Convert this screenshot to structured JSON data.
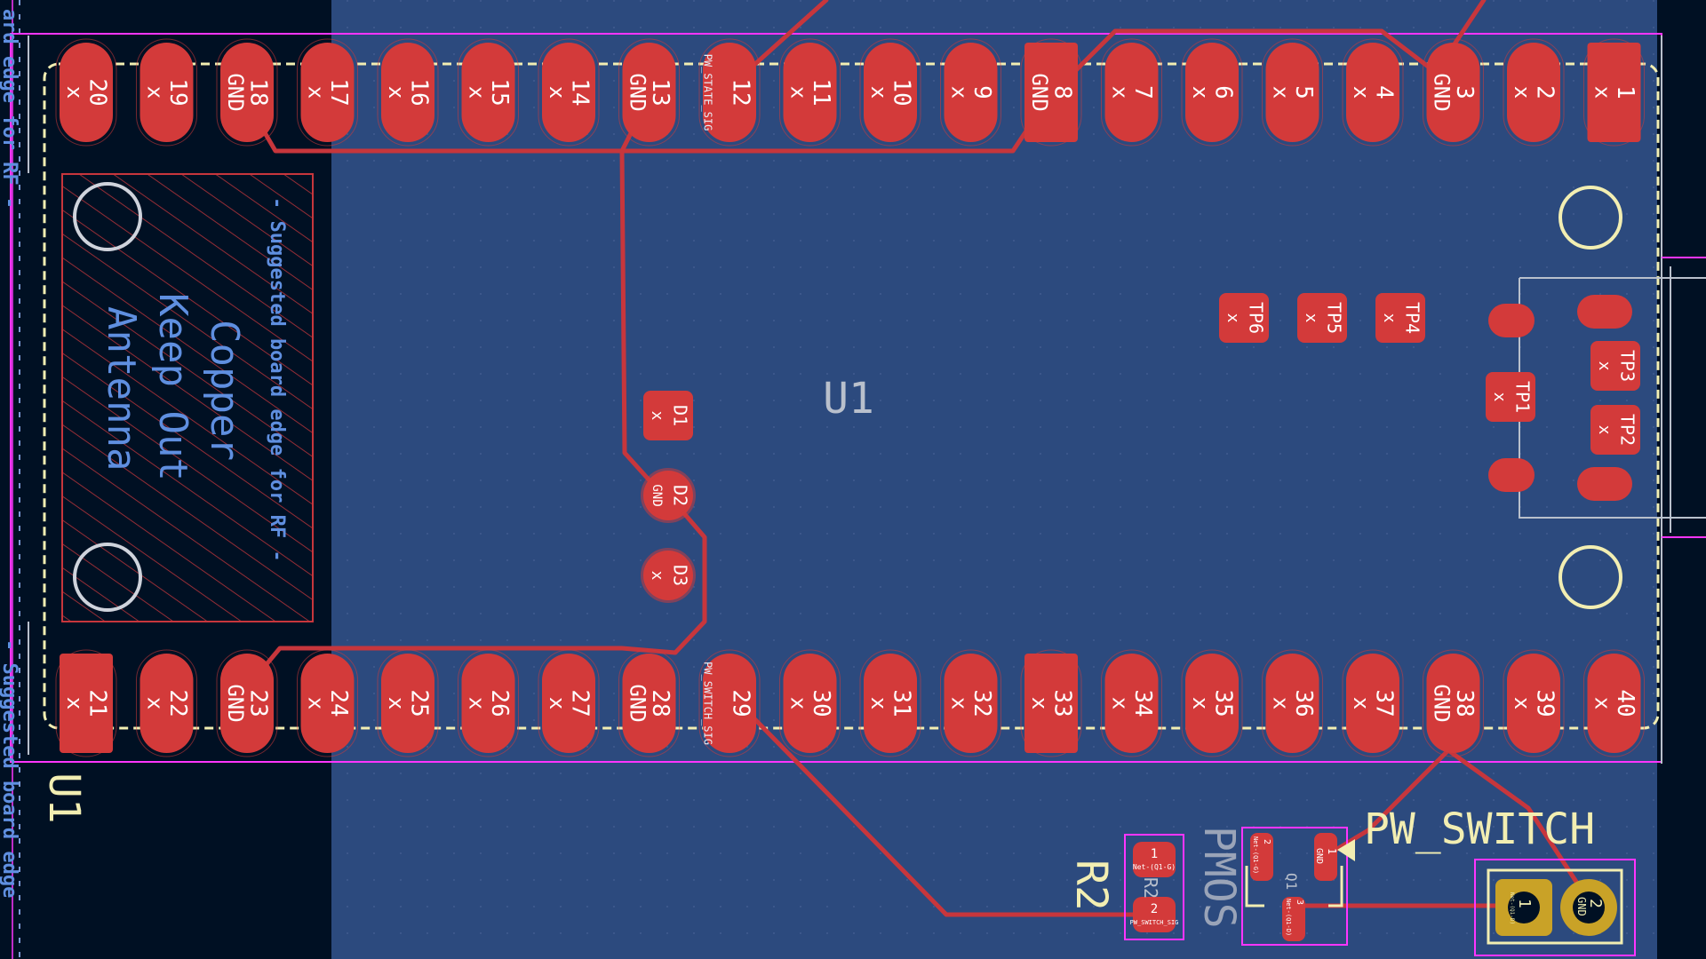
{
  "colors": {
    "background": "#001023",
    "board": "#2c4a7e",
    "pad": "#d33a3a",
    "track": "#c7363c",
    "silk": "#f2eeb2",
    "courtyard": "#ff35ff",
    "fab": "#b9c0cc",
    "keepout_text": "#5f8fe0",
    "pad_text": "#ffffff",
    "through_hole": "#c9a227"
  },
  "module": {
    "reference": "U1",
    "fab_reference": "U1",
    "keepout_lines": [
      "Copper",
      "Keep Out",
      "Antenna"
    ],
    "board_edge_note": "- Suggested board edge for RF -",
    "edge_note_left_top": "ard edge for RF -",
    "edge_note_left_bottom": "- Suggested board edge",
    "top_pads": [
      {
        "num": "20",
        "net": "x"
      },
      {
        "num": "19",
        "net": "x"
      },
      {
        "num": "18",
        "net": "GND"
      },
      {
        "num": "17",
        "net": "x"
      },
      {
        "num": "16",
        "net": "x"
      },
      {
        "num": "15",
        "net": "x"
      },
      {
        "num": "14",
        "net": "x"
      },
      {
        "num": "13",
        "net": "GND"
      },
      {
        "num": "12",
        "net": "PW_STATE_SIG"
      },
      {
        "num": "11",
        "net": "x"
      },
      {
        "num": "10",
        "net": "x"
      },
      {
        "num": "9",
        "net": "x"
      },
      {
        "num": "8",
        "net": "GND"
      },
      {
        "num": "7",
        "net": "x"
      },
      {
        "num": "6",
        "net": "x"
      },
      {
        "num": "5",
        "net": "x"
      },
      {
        "num": "4",
        "net": "x"
      },
      {
        "num": "3",
        "net": "GND"
      },
      {
        "num": "2",
        "net": "x"
      },
      {
        "num": "1",
        "net": "x"
      }
    ],
    "bottom_pads": [
      {
        "num": "21",
        "net": "x"
      },
      {
        "num": "22",
        "net": "x"
      },
      {
        "num": "23",
        "net": "GND"
      },
      {
        "num": "24",
        "net": "x"
      },
      {
        "num": "25",
        "net": "x"
      },
      {
        "num": "26",
        "net": "x"
      },
      {
        "num": "27",
        "net": "x"
      },
      {
        "num": "28",
        "net": "GND"
      },
      {
        "num": "29",
        "net": "PW_SWITCH_SIG"
      },
      {
        "num": "30",
        "net": "x"
      },
      {
        "num": "31",
        "net": "x"
      },
      {
        "num": "32",
        "net": "x"
      },
      {
        "num": "33",
        "net": "x"
      },
      {
        "num": "34",
        "net": "x"
      },
      {
        "num": "35",
        "net": "x"
      },
      {
        "num": "36",
        "net": "x"
      },
      {
        "num": "37",
        "net": "x"
      },
      {
        "num": "38",
        "net": "GND"
      },
      {
        "num": "39",
        "net": "x"
      },
      {
        "num": "40",
        "net": "x"
      }
    ],
    "small_pads": [
      {
        "num": "D1",
        "net": "x"
      },
      {
        "num": "D2",
        "net": "GND"
      },
      {
        "num": "D3",
        "net": "x"
      },
      {
        "num": "TP6",
        "net": "x"
      },
      {
        "num": "TP5",
        "net": "x"
      },
      {
        "num": "TP4",
        "net": "x"
      },
      {
        "num": "TP1",
        "net": "x"
      },
      {
        "num": "TP3",
        "net": "x"
      },
      {
        "num": "TP2",
        "net": "x"
      }
    ]
  },
  "components": {
    "r2": {
      "reference": "R2",
      "fab": "R2",
      "pad1": "1",
      "pad1_net": "Net-(Q1-G)",
      "pad2": "2",
      "pad2_net": "PW_SWITCH_SIG"
    },
    "q1": {
      "reference": "PMOS",
      "fab": "Q1",
      "pad1": "1",
      "pad1_net": "GND",
      "pad2": "2",
      "pad2_net": "Net-(Q1-G)",
      "pad3": "3",
      "pad3_net": "Net-(Q1-D)"
    },
    "switch": {
      "reference": "PW_SWITCH",
      "pad1": "1",
      "pad1_net": "Net-(Q1-D)",
      "pad2": "2",
      "pad2_net": "GND"
    }
  }
}
